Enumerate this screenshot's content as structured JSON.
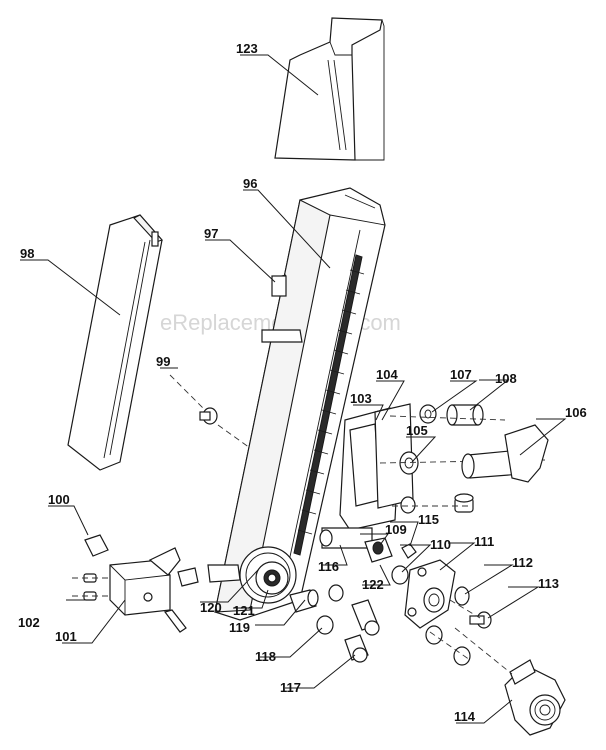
{
  "watermark": "eReplacementParts.com",
  "labels": {
    "p123": "123",
    "p96": "96",
    "p97": "97",
    "p98": "98",
    "p99": "99",
    "p100": "100",
    "p101": "101",
    "p102": "102",
    "p103": "103",
    "p104": "104",
    "p105": "105",
    "p106": "106",
    "p107": "107",
    "p108": "108",
    "p109": "109",
    "p110": "110",
    "p111": "111",
    "p112": "112",
    "p113": "113",
    "p114": "114",
    "p115": "115",
    "p116": "116",
    "p117": "117",
    "p118": "118",
    "p119": "119",
    "p120": "120",
    "p121": "121",
    "p122": "122"
  }
}
